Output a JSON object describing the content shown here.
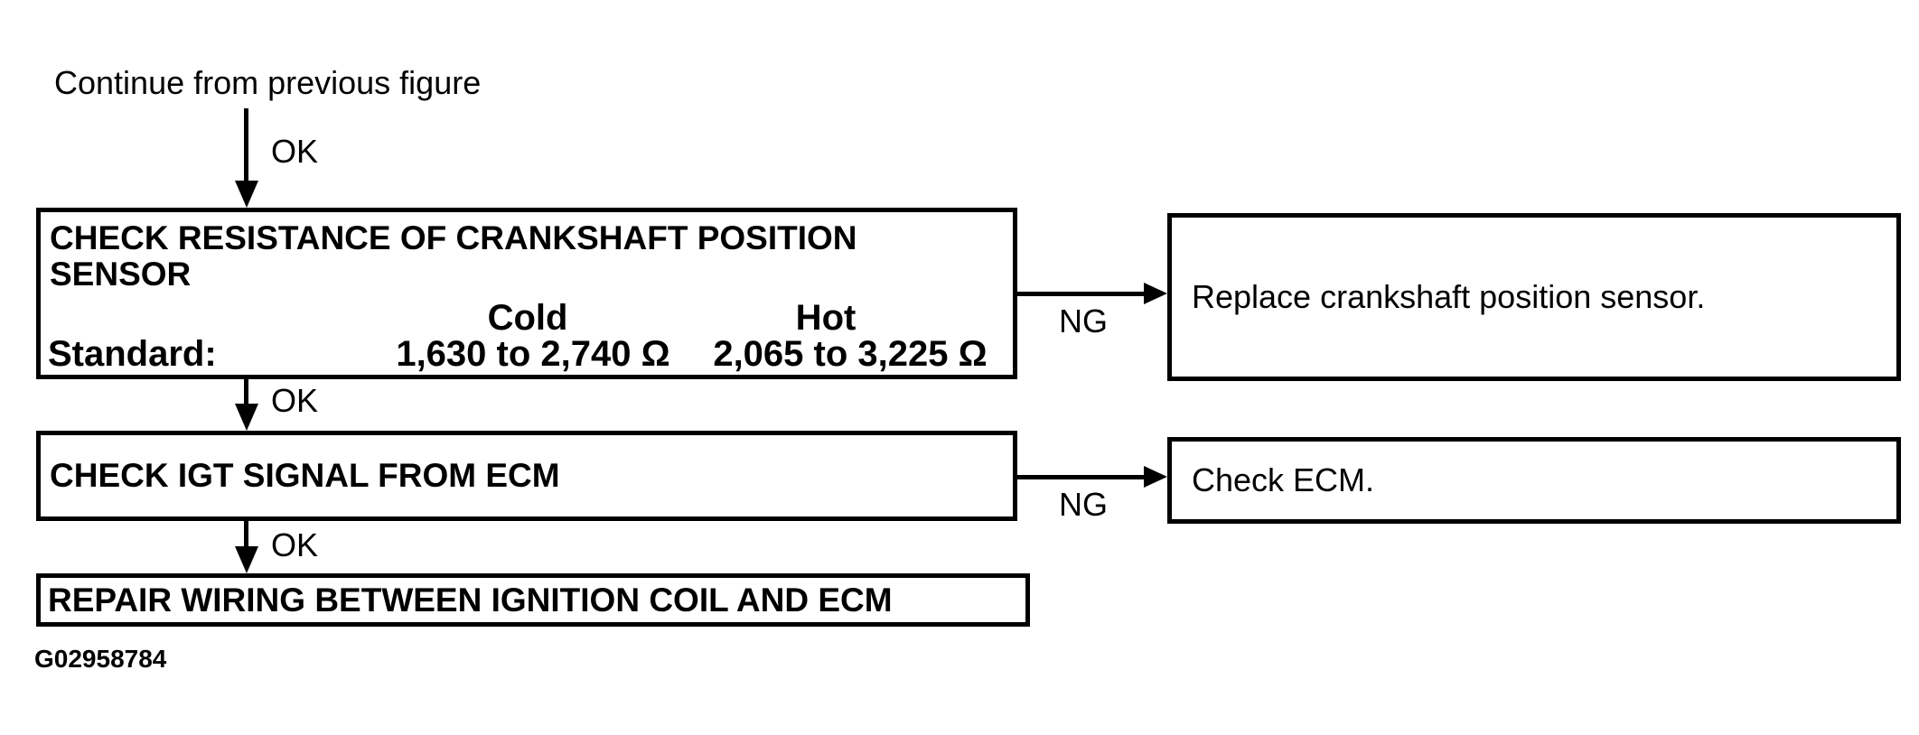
{
  "colors": {
    "ink": "#000000",
    "paper": "#ffffff"
  },
  "entry": {
    "label": "Continue from previous figure"
  },
  "connectors": {
    "ok1": "OK",
    "ok2": "OK",
    "ok3": "OK",
    "ng1": "NG",
    "ng2": "NG"
  },
  "steps": [
    {
      "title_lines": [
        "CHECK RESISTANCE OF CRANKSHAFT POSITION",
        "SENSOR"
      ],
      "standard_label": "Standard:",
      "columns": [
        {
          "header": "Cold",
          "value": "1,630 to 2,740 Ω"
        },
        {
          "header": "Hot",
          "value": "2,065 to 3,225 Ω"
        }
      ],
      "ng_result": "Replace crankshaft position sensor."
    },
    {
      "title": "CHECK IGT SIGNAL FROM ECM",
      "ng_result": "Check ECM."
    },
    {
      "title": "REPAIR WIRING BETWEEN IGNITION COIL AND ECM"
    }
  ],
  "figure_id": "G02958784"
}
